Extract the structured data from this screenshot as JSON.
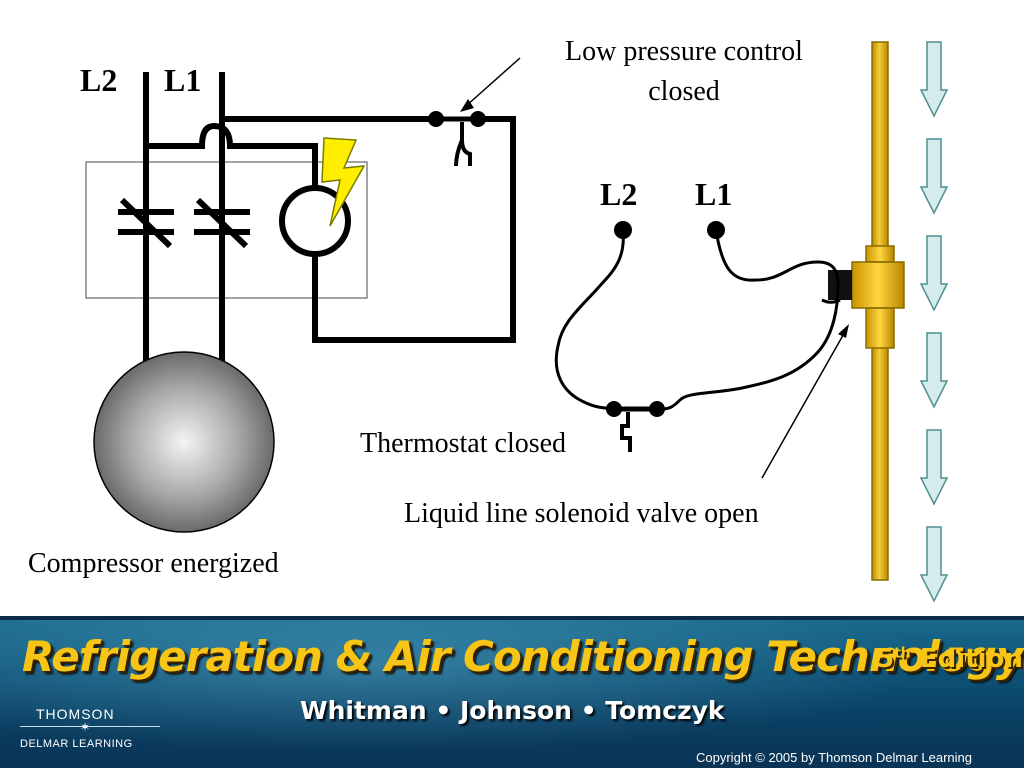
{
  "labels": {
    "left_l2": "L2",
    "left_l1": "L1",
    "right_l2": "L2",
    "right_l1": "L1",
    "low_pressure_line1": "Low pressure control",
    "low_pressure_line2": "closed",
    "thermostat": "Thermostat closed",
    "solenoid": "Liquid line solenoid valve open",
    "compressor": "Compressor energized"
  },
  "banner": {
    "title": "Refrigeration & Air Conditioning Technology",
    "edition_number": "5",
    "edition_suffix": "th",
    "edition_word": "Edition",
    "authors": "Whitman • Johnson • Tomczyk",
    "publisher_line1": "THOMSON",
    "publisher_star": "✶",
    "publisher_line2": "DELMAR LEARNING",
    "copyright": "Copyright © 2005 by Thomson Delmar Learning"
  },
  "colors": {
    "pipe": "#e0b21b",
    "pipe_edge": "#8a6a00",
    "arrow_fill": "#d4ecec",
    "arrow_edge": "#4f8f8f",
    "lightning": "#ffee00",
    "banner_title": "#f6c516"
  },
  "flow_arrows": {
    "count": 6,
    "direction": "down"
  }
}
